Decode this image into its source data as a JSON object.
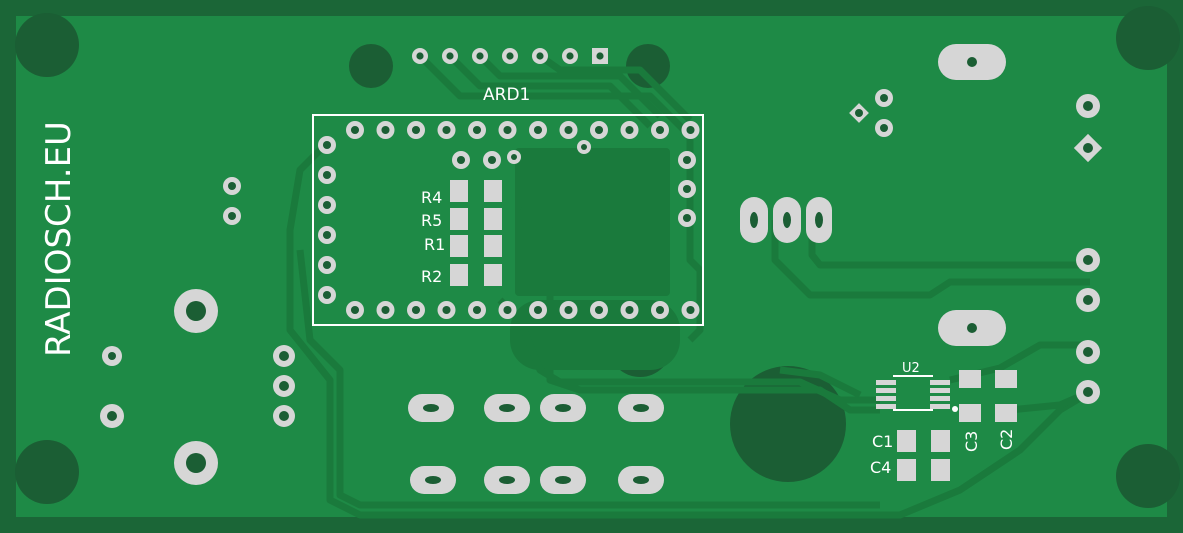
{
  "colors": {
    "soldermask": "#1e8a46",
    "edge": "#1b6637",
    "copper_trace": "#1a7a3c",
    "pad": "#d6d6d6",
    "silk": "#ffffff",
    "hole": "#1b5e34"
  },
  "silkscreen": {
    "brand": "RADIOSCH.EU",
    "module": "ARD1",
    "ic": "U2",
    "resistors": [
      "R4",
      "R5",
      "R1",
      "R2"
    ],
    "capacitors_left": [
      "C1",
      "C4"
    ],
    "capacitors_right": [
      "C3",
      "C2"
    ]
  }
}
